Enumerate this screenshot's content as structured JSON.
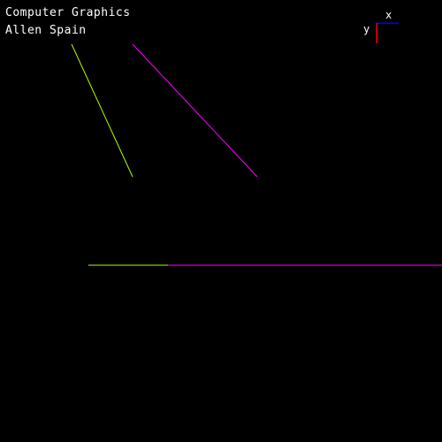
{
  "window": {
    "title": "Computer Graphics",
    "author": "Allen Spain"
  },
  "axes": {
    "x_label": "x",
    "y_label": "y",
    "x_color": "#0000ff",
    "y_color": "#ff0000"
  },
  "colors": {
    "background": "#000000",
    "text": "#ffffff",
    "line_green": "#aaff00",
    "line_magenta": "#ff00ff"
  }
}
